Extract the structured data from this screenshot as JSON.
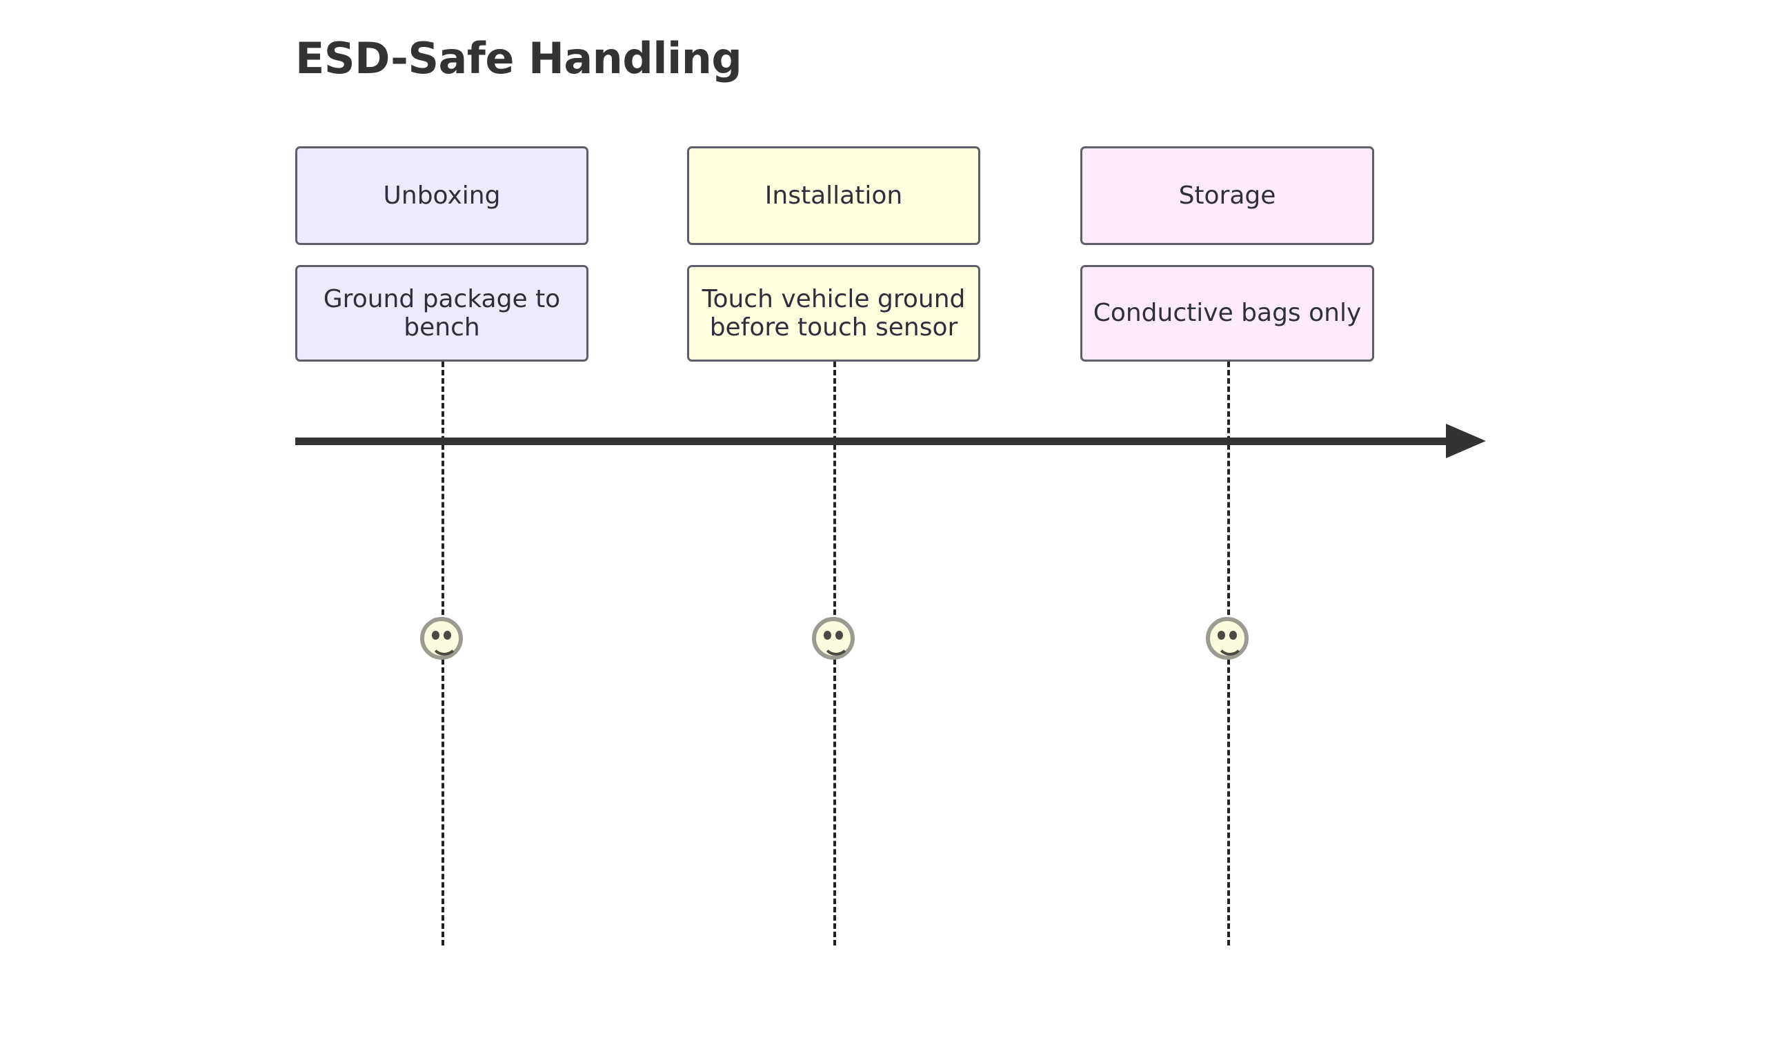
{
  "diagram": {
    "title": "ESD-Safe Handling",
    "type": "timeline",
    "axis": {
      "direction": "left-to-right",
      "arrow_head": "right-arrow-icon",
      "color": "#333333"
    },
    "marker_icon": "smiley-face-icon",
    "periods": [
      {
        "section_label": "Unboxing",
        "event_label": "Ground package to bench",
        "fill_color": "#ECEAFB",
        "border_color": "#5E5E68",
        "text_color": "#2F2F3A"
      },
      {
        "section_label": "Installation",
        "event_label": "Touch vehicle ground before touch sensor",
        "fill_color": "#FFFFE0",
        "border_color": "#5E5E68",
        "text_color": "#2F2F3A"
      },
      {
        "section_label": "Storage",
        "event_label": "Conductive bags only",
        "fill_color": "#FDEBFB",
        "border_color": "#5E5E68",
        "text_color": "#2F2F3A"
      }
    ]
  }
}
